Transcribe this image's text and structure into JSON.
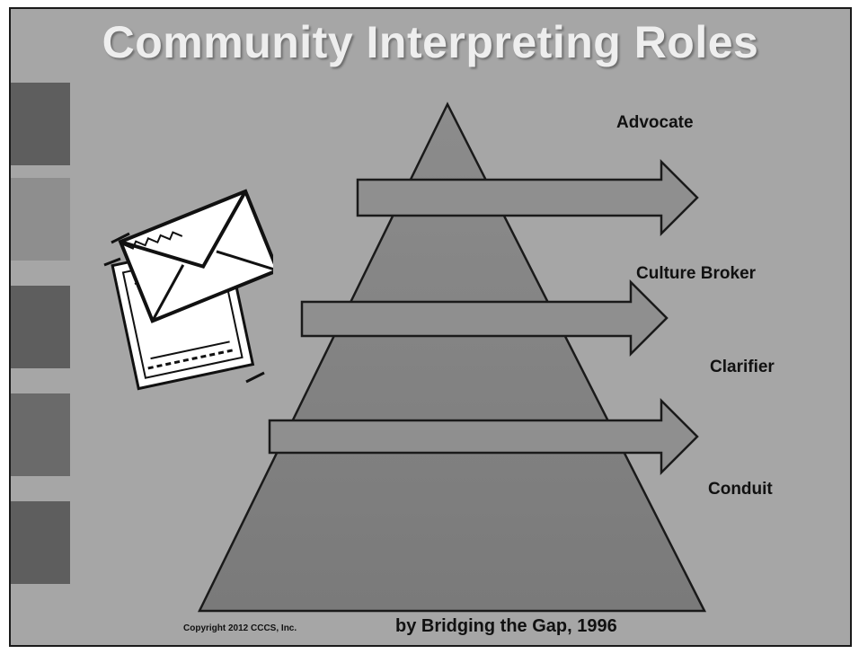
{
  "title": "Community Interpreting Roles",
  "roles": [
    {
      "label": "Advocate"
    },
    {
      "label": "Culture Broker"
    },
    {
      "label": "Clarifier"
    },
    {
      "label": "Conduit"
    }
  ],
  "footer": {
    "copyright": "Copyright 2012 CCCS, Inc.",
    "source": "by Bridging the Gap, 1996"
  },
  "icons": [
    "envelope-icon"
  ],
  "colors": {
    "background": "#a6a6a6",
    "title": "#eeeeee",
    "pyramid_top": "#8a8a8a",
    "pyramid_bottom": "#7a7a7a",
    "arrow": "#8f8f8f",
    "outline": "#1a1a1a"
  }
}
